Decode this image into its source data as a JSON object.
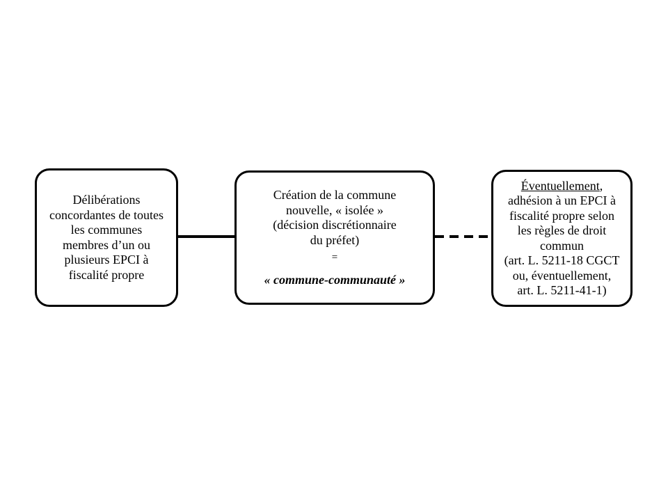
{
  "page": {
    "background_color": "#ffffff",
    "text_color": "#000000",
    "border_color": "#000000"
  },
  "diagram": {
    "boxes": [
      {
        "id": "deliberations",
        "lines": [
          "Délibérations",
          "concordantes de toutes",
          "les communes",
          "membres d’un ou",
          "plusieurs EPCI à",
          "fiscalité propre"
        ]
      },
      {
        "id": "creation-commune-nouvelle",
        "lines": [
          "Création de la commune",
          "nouvelle, « isolée »",
          "(décision discrétionnaire",
          "du préfet)"
        ],
        "equals": "=",
        "result": "« commune-communauté »"
      },
      {
        "id": "adhesion-epci",
        "underlined": "Éventuellement",
        "underlined_suffix": ",",
        "lines": [
          "adhésion à un EPCI à",
          "fiscalité propre selon",
          "les règles de droit",
          "commun",
          "(art. L. 5211-18 CGCT",
          "ou, éventuellement,",
          "art. L. 5211-41-1)"
        ]
      }
    ],
    "connectors": [
      {
        "type": "solid"
      },
      {
        "type": "dashed"
      }
    ]
  }
}
